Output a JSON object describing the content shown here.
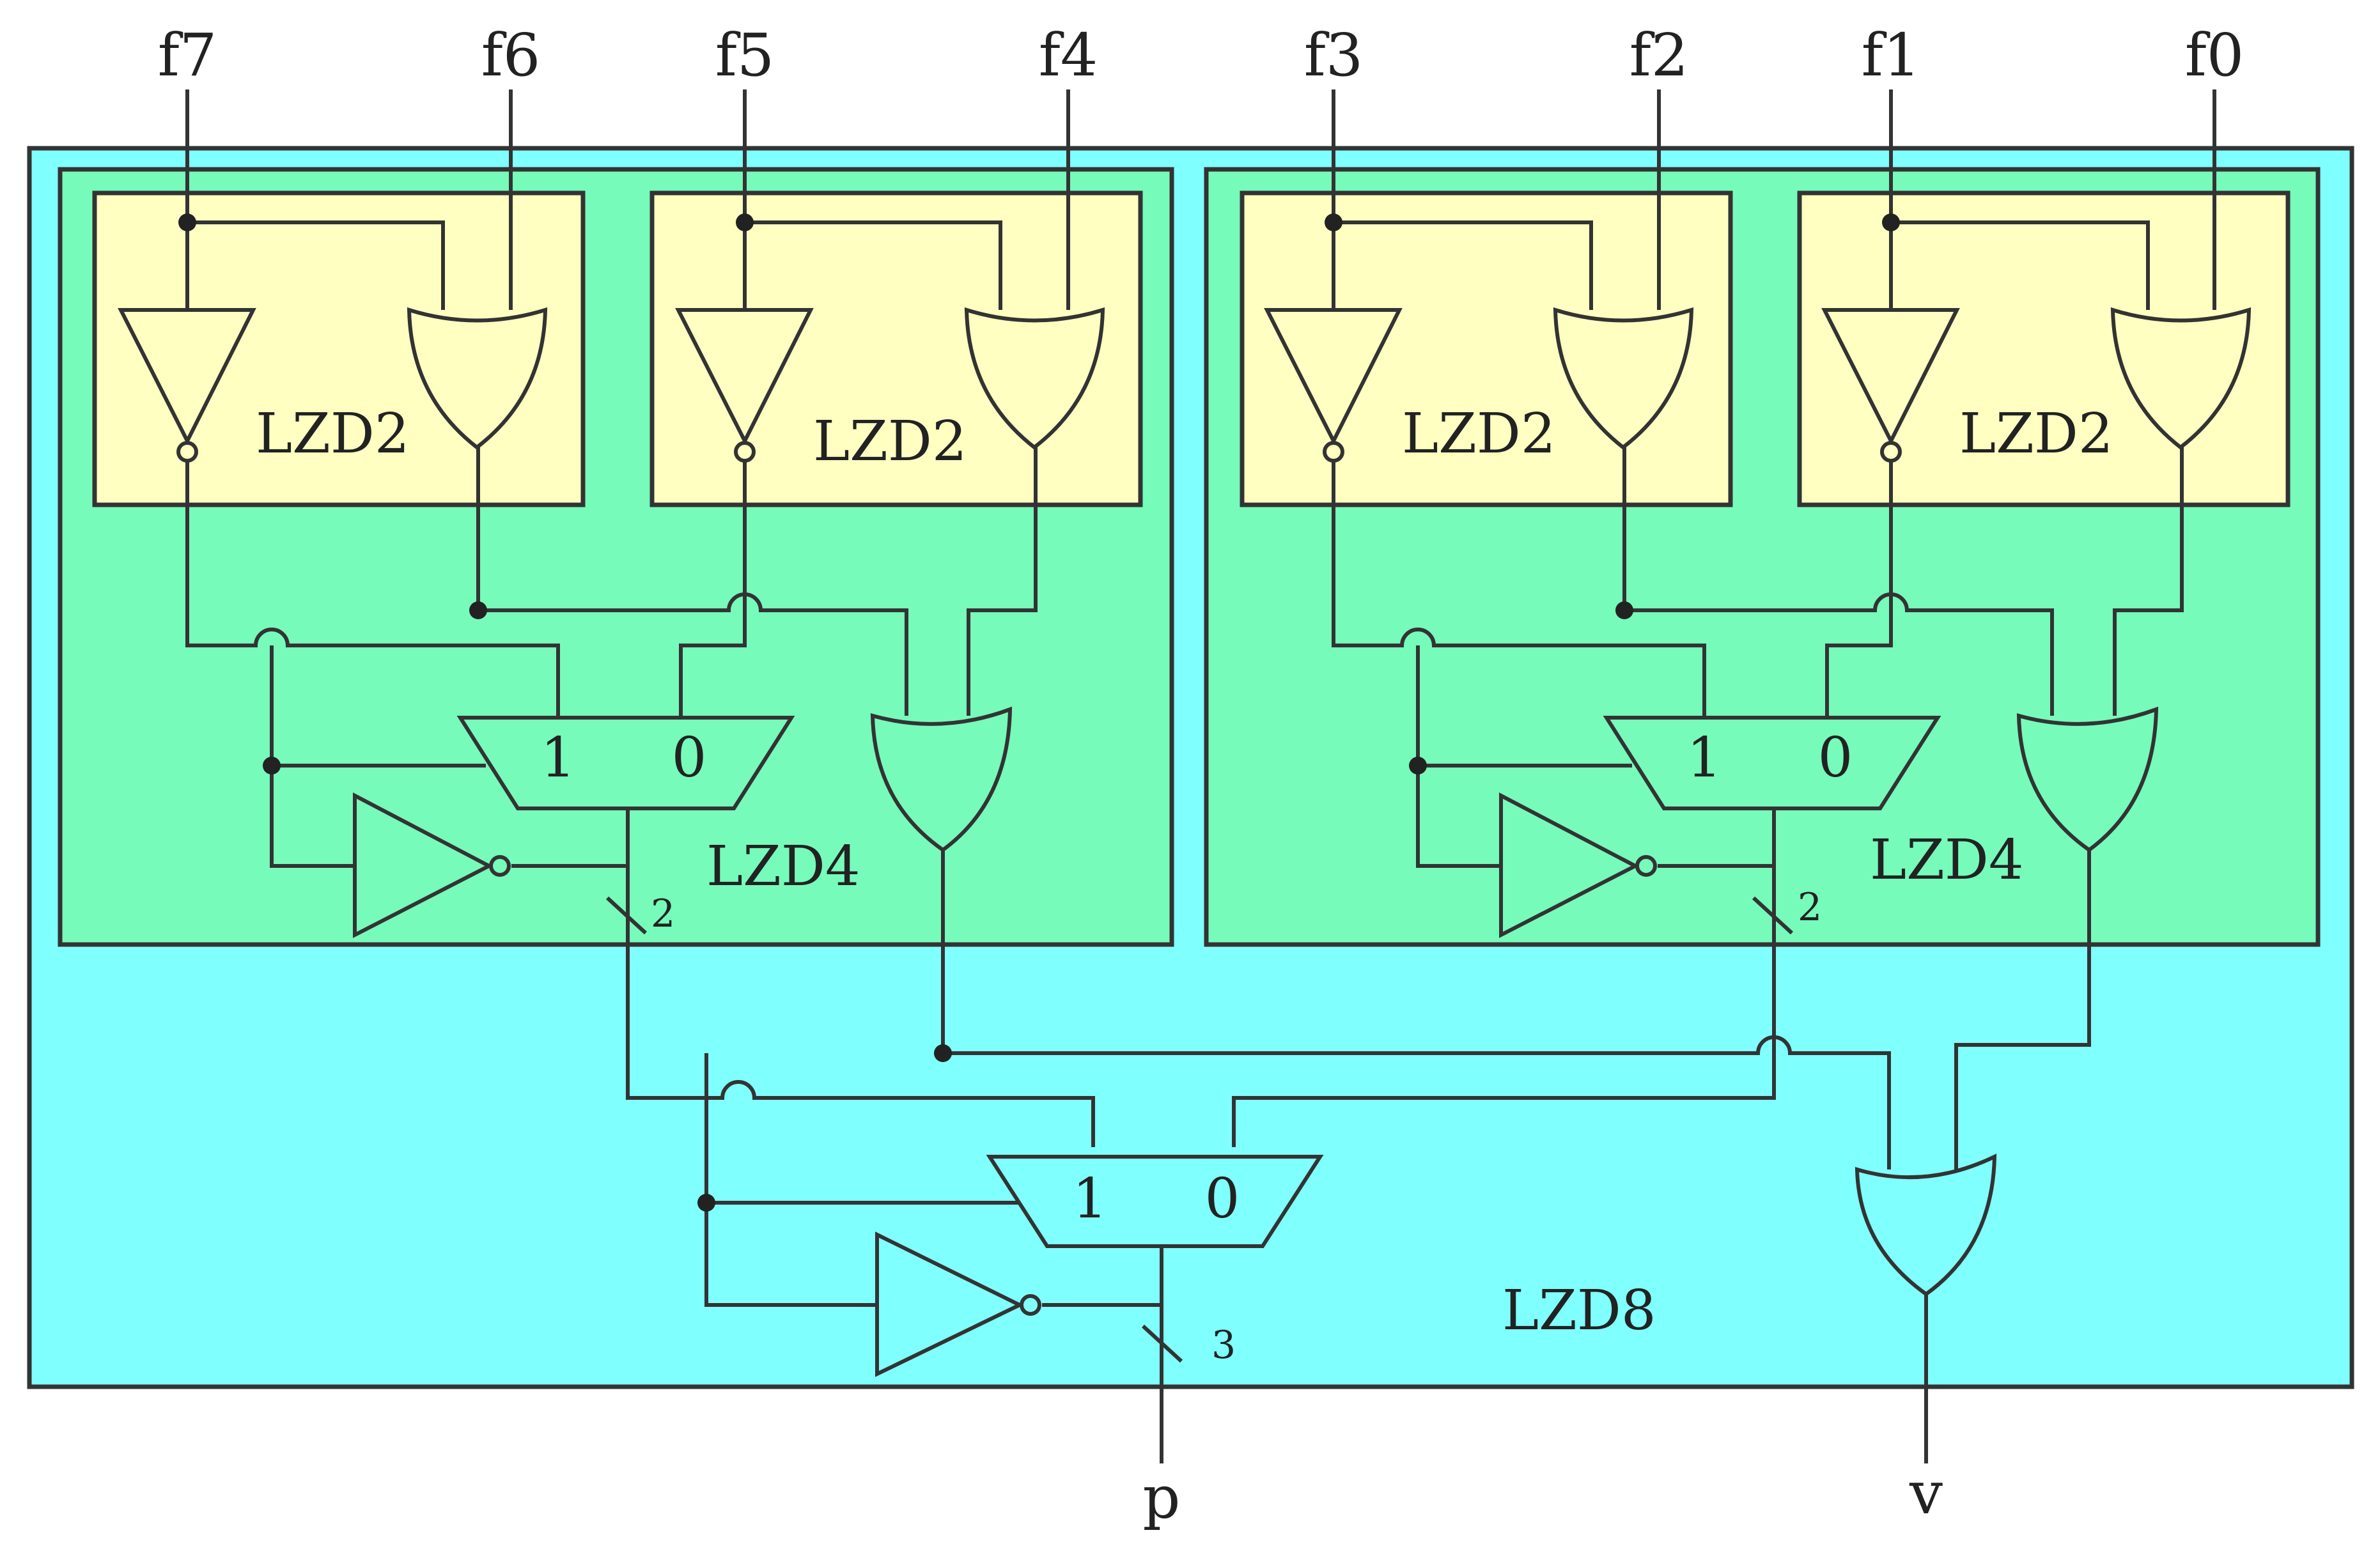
{
  "inputs": [
    "f7",
    "f6",
    "f5",
    "f4",
    "f3",
    "f2",
    "f1",
    "f0"
  ],
  "outputs": {
    "p": "p",
    "v": "v"
  },
  "blocks": {
    "lzd8": "LZD8",
    "lzd4": "LZD4",
    "lzd2": "LZD2"
  },
  "mux": {
    "in1": "1",
    "in0": "0"
  },
  "bus": {
    "lzd4_width": "2",
    "lzd8_width": "3"
  },
  "colors": {
    "lzd8_fill": "#80FFFF",
    "lzd4_fill": "#76FBBB",
    "lzd2_fill": "#FFFFC2",
    "wire": "#333333",
    "lzd2_gate": "#FFFFC2",
    "lzd4_gate": "#76FBBB",
    "lzd8_gate": "#80FFFF"
  }
}
